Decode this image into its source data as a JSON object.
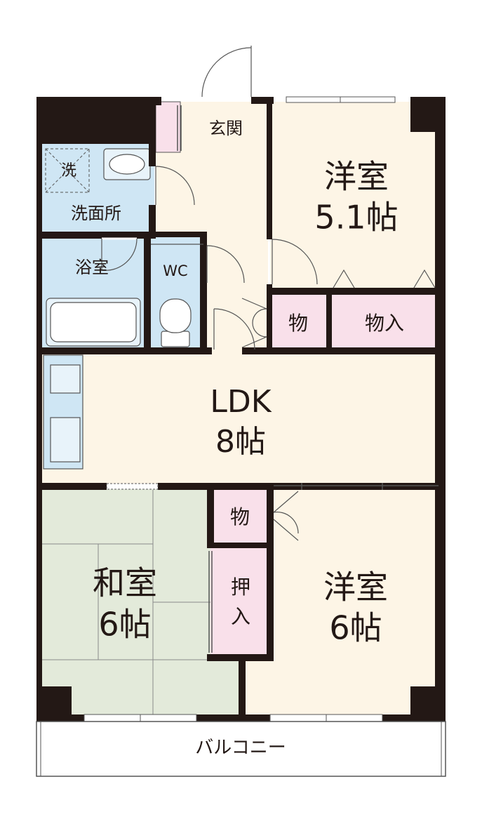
{
  "colors": {
    "wall": "#231815",
    "cream": "#fdf5e6",
    "blue": "#cfe6f4",
    "pink": "#f9e0ea",
    "green": "#e3eada",
    "outline": "#555555"
  },
  "rooms": {
    "genkan": "玄関",
    "washer": "洗",
    "senmenjo": "洗面所",
    "bath": "浴室",
    "wc": "WC",
    "western1_name": "洋室",
    "western1_size": "5.1帖",
    "storage_small_top": "物",
    "storage_top": "物入",
    "ldk_name": "LDK",
    "ldk_size": "8帖",
    "washitsu_name": "和室",
    "washitsu_size": "6帖",
    "storage_small_mid": "物",
    "oshiire_1": "押",
    "oshiire_2": "入",
    "western2_name": "洋室",
    "western2_size": "6帖",
    "balcony": "バルコニー"
  }
}
